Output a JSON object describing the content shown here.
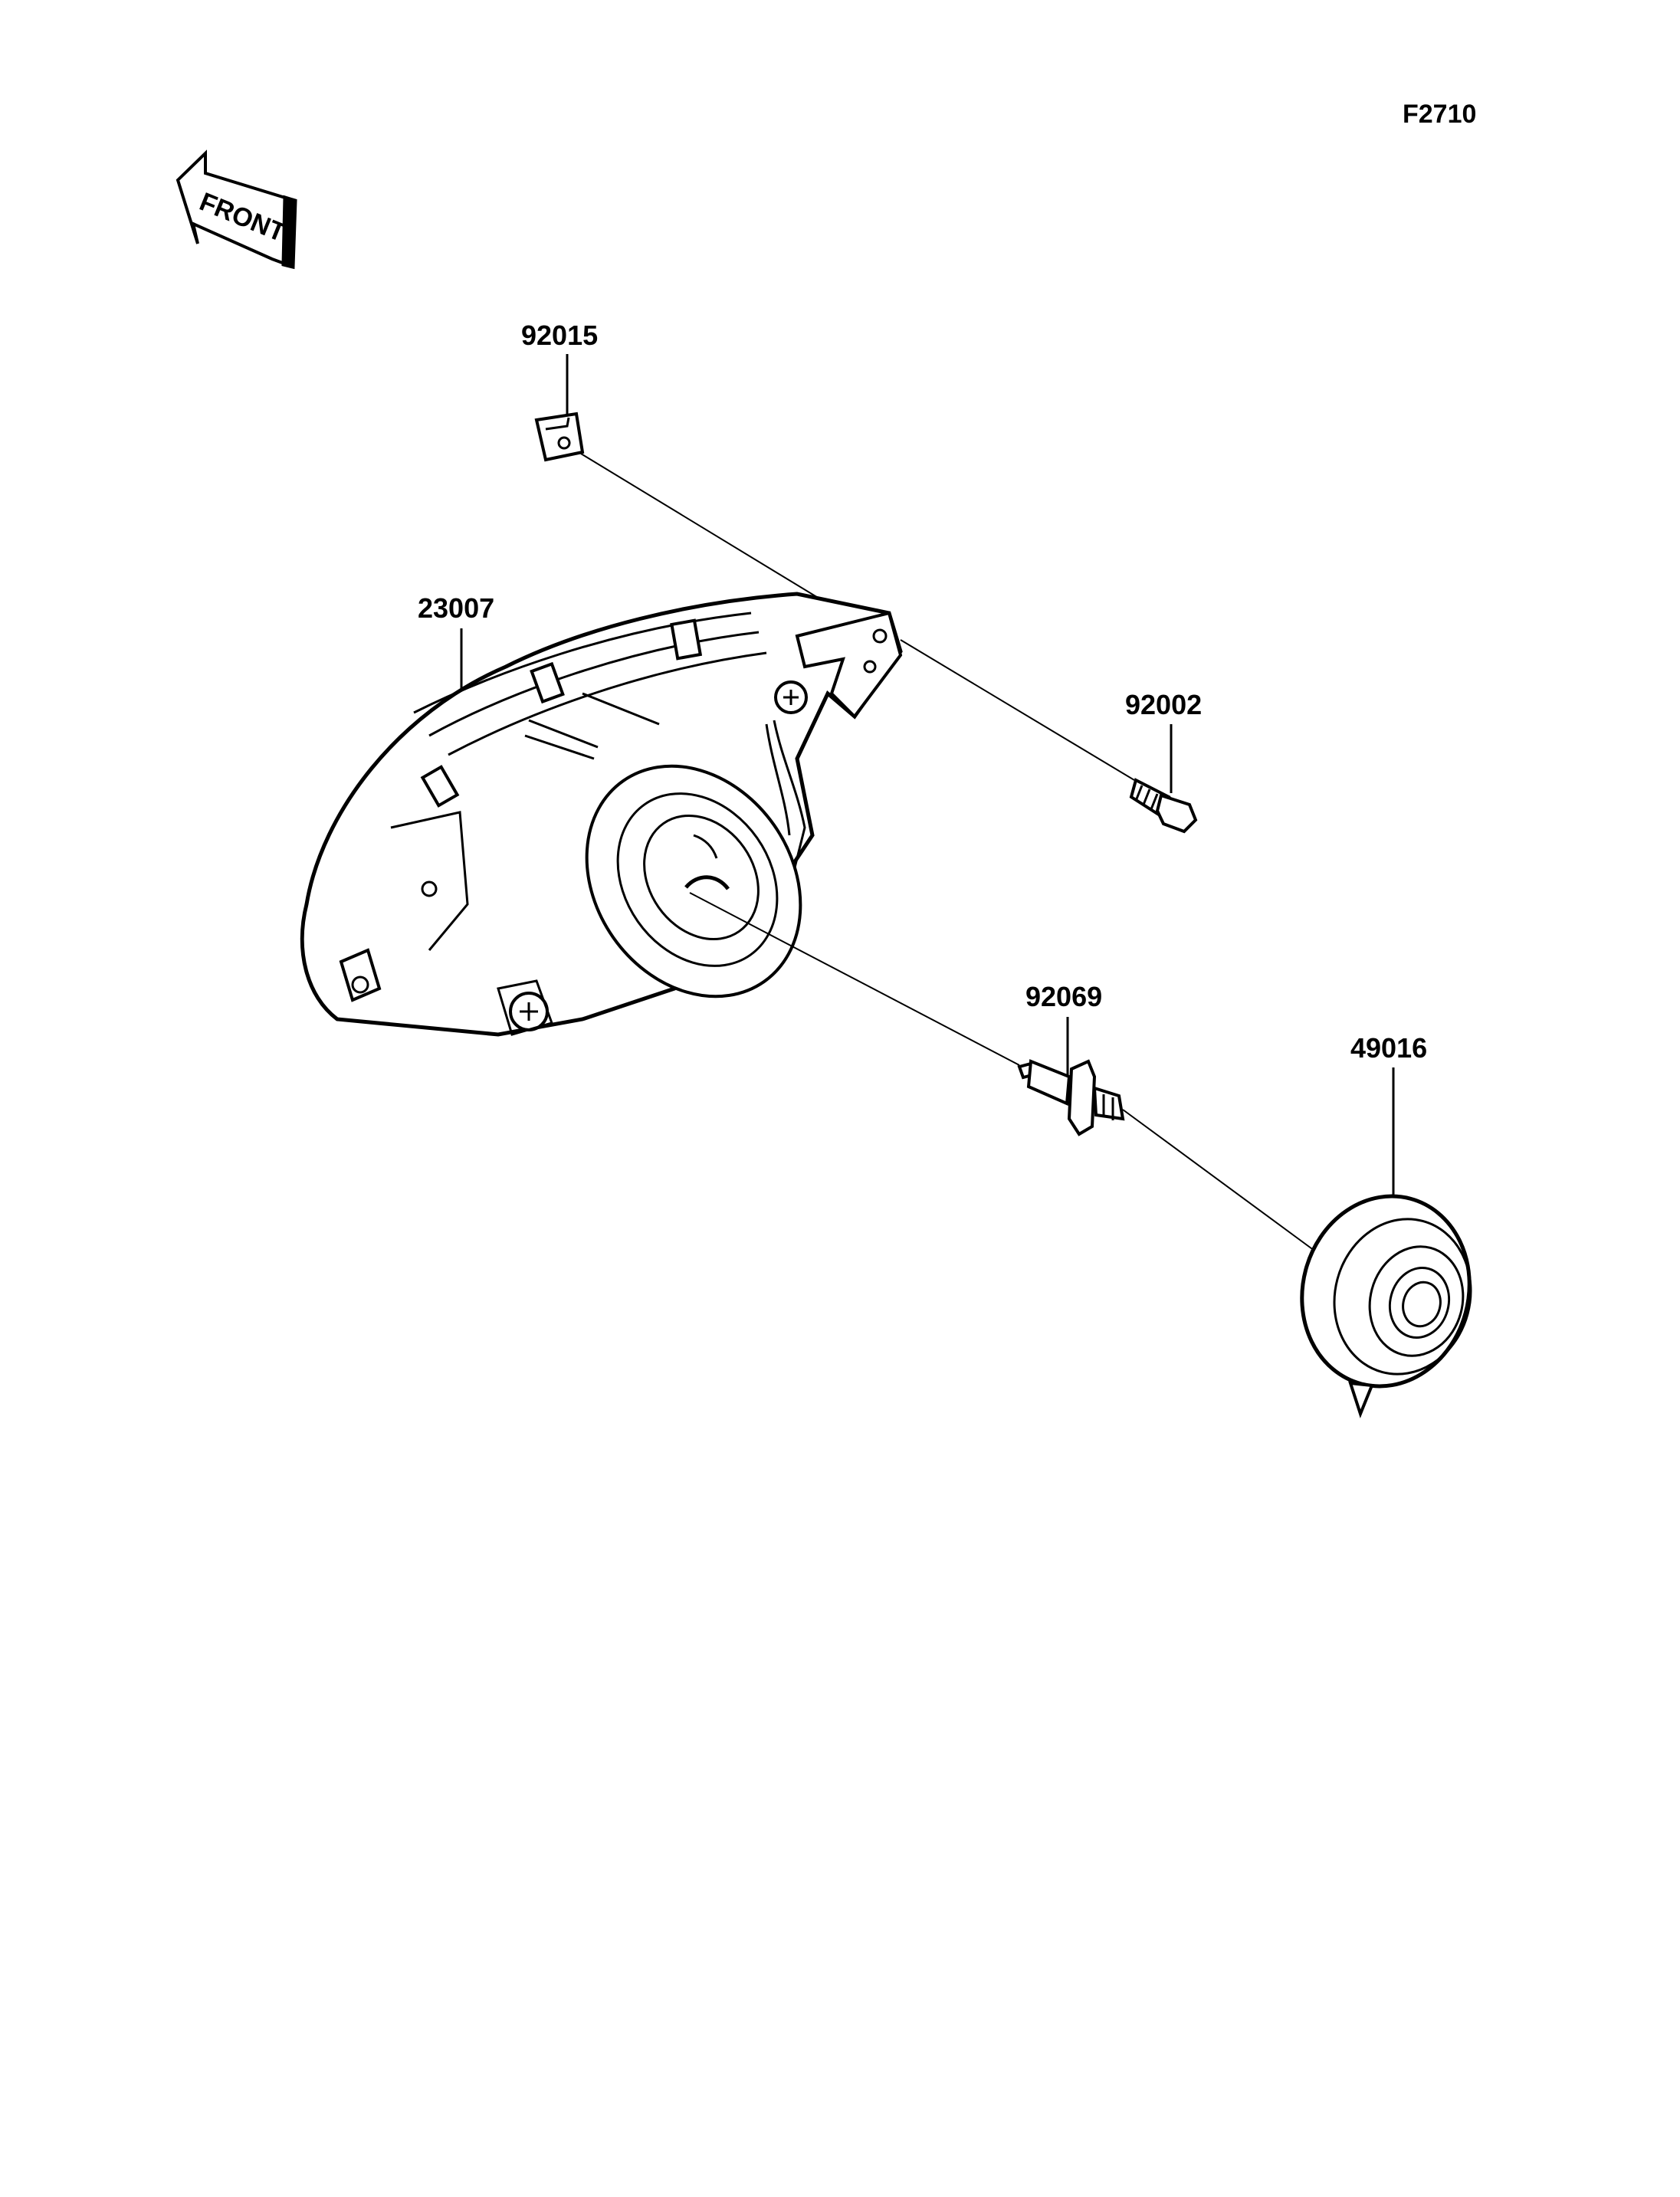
{
  "figure": {
    "code": "F2710"
  },
  "front_arrow": {
    "label": "FRONT"
  },
  "parts": [
    {
      "id": "part-92015",
      "number": "92015",
      "description": ""
    },
    {
      "id": "part-23007",
      "number": "23007",
      "description": ""
    },
    {
      "id": "part-92002",
      "number": "92002",
      "description": ""
    },
    {
      "id": "part-92069",
      "number": "92069",
      "description": ""
    },
    {
      "id": "part-49016",
      "number": "49016",
      "description": ""
    }
  ],
  "colors": {
    "ink": "#000000",
    "paper": "#ffffff"
  }
}
